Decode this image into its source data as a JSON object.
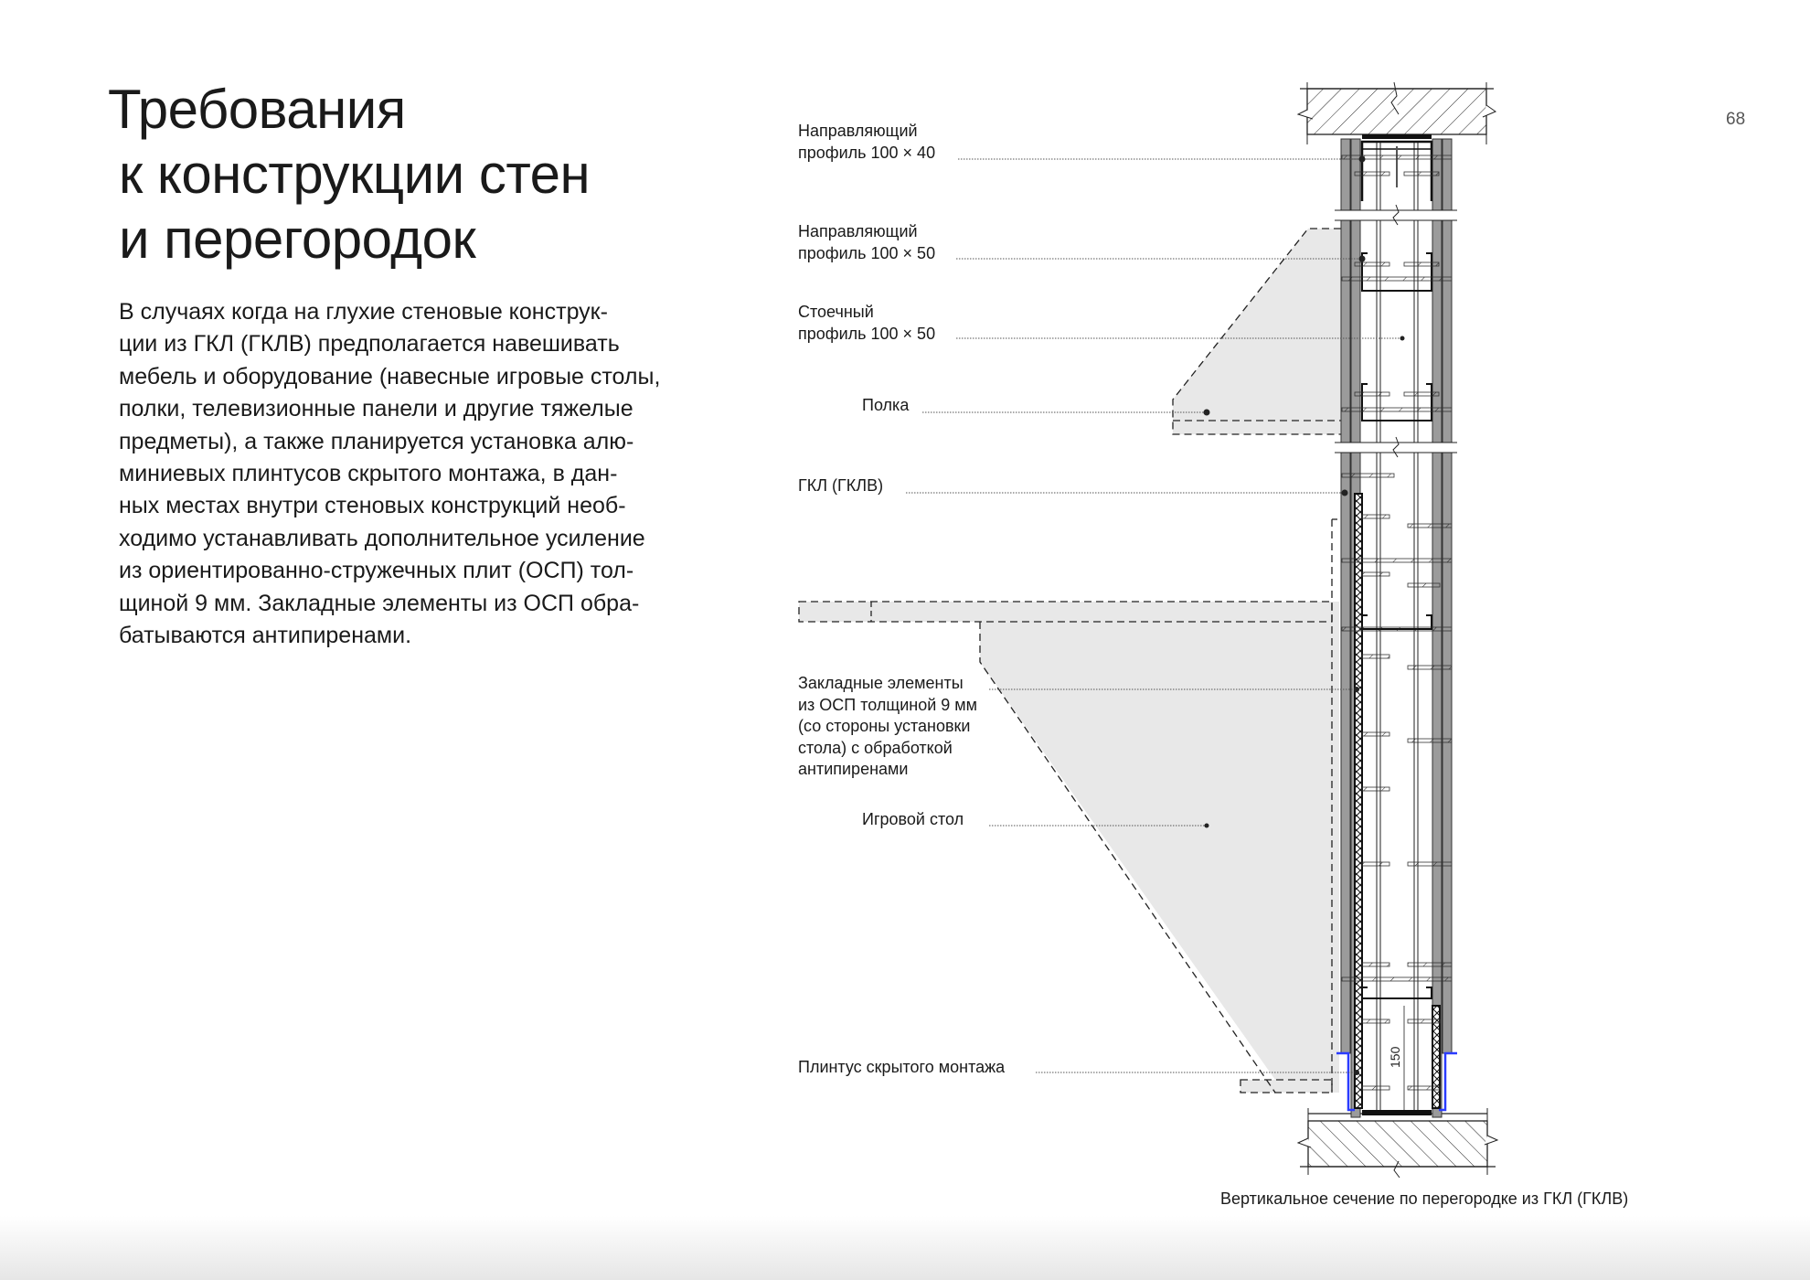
{
  "page_number": "68",
  "title": {
    "lines": [
      "Требования",
      "к конструкции стен",
      "и перегородок"
    ]
  },
  "body_text": {
    "lines": [
      "В случаях когда на глухие стеновые конструк-",
      "ции из ГКЛ (ГКЛВ) предполагается навешивать",
      "мебель и оборудование (навесные игровые столы,",
      "полки, телевизионные панели и другие тяжелые",
      "предметы), а также планируется установка алю-",
      "миниевых плинтусов скрытого монтажа, в дан-",
      "ных местах внутри стеновых конструкций необ-",
      "ходимо устанавливать дополнительное усиление",
      "из ориентированно-стружечных плит (ОСП) тол-",
      "щиной 9 мм. Закладные элементы из ОСП обра-",
      "батываются антипиренами."
    ]
  },
  "drawing": {
    "labels": {
      "guide_profile_100x40": [
        "Направляющий",
        "профиль 100 × 40"
      ],
      "guide_profile_100x50": [
        "Направляющий",
        "профиль 100 × 50"
      ],
      "stud_profile_100x50": [
        "Стоечный",
        "профиль 100 × 50"
      ],
      "shelf": "Полка",
      "gypsum_board": "ГКЛ (ГКЛВ)",
      "osb_inserts": [
        "Закладные элементы",
        "из ОСП толщиной 9 мм",
        "(со стороны установки",
        "стола) с обработкой",
        "антипиренами"
      ],
      "gaming_table": "Игровой стол",
      "hidden_plinth": "Плинтус скрытого монтажа"
    },
    "dimension": "150",
    "caption": "Вертикальное сечение по перегородке из ГКЛ (ГКЛВ)",
    "colors": {
      "board": "#9b9b9b",
      "furniture_fill": "#e8e8e8",
      "plinth": "#2b3cff",
      "line": "#1a1a1a"
    }
  }
}
